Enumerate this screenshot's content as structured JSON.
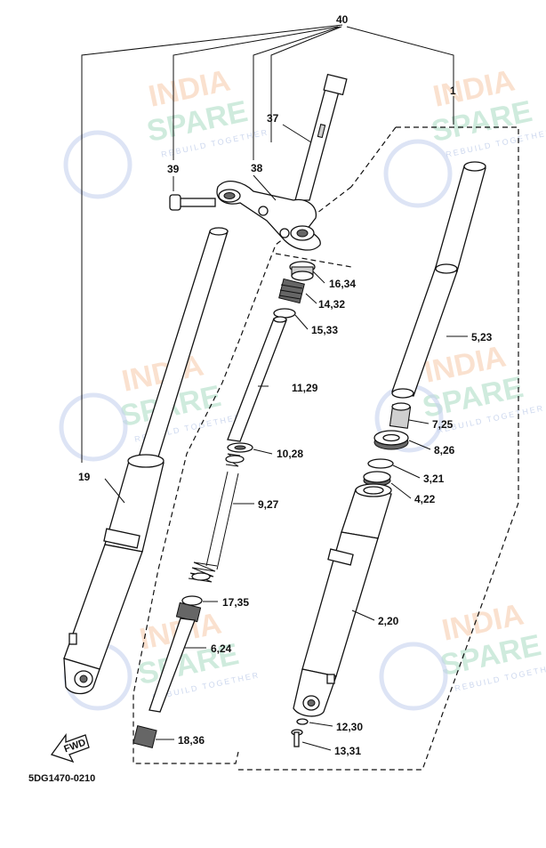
{
  "diagram": {
    "drawing_code": "5DG1470-0210",
    "fwd_label": "FWD",
    "watermark": {
      "line1": "INDIA",
      "line2": "SPARE",
      "tagline": "REBUILD TOGETHER"
    },
    "callouts": {
      "c40": "40",
      "c1": "1",
      "c37": "37",
      "c39": "39",
      "c38": "38",
      "c19": "19",
      "c16_34": "16,34",
      "c14_32": "14,32",
      "c15_33": "15,33",
      "c11_29": "11,29",
      "c10_28": "10,28",
      "c9_27": "9,27",
      "c17_35": "17,35",
      "c6_24": "6,24",
      "c18_36": "18,36",
      "c5_23": "5,23",
      "c7_25": "7,25",
      "c8_26": "8,26",
      "c3_21": "3,21",
      "c4_22": "4,22",
      "c2_20": "2,20",
      "c12_30": "12,30",
      "c13_31": "13,31"
    }
  }
}
